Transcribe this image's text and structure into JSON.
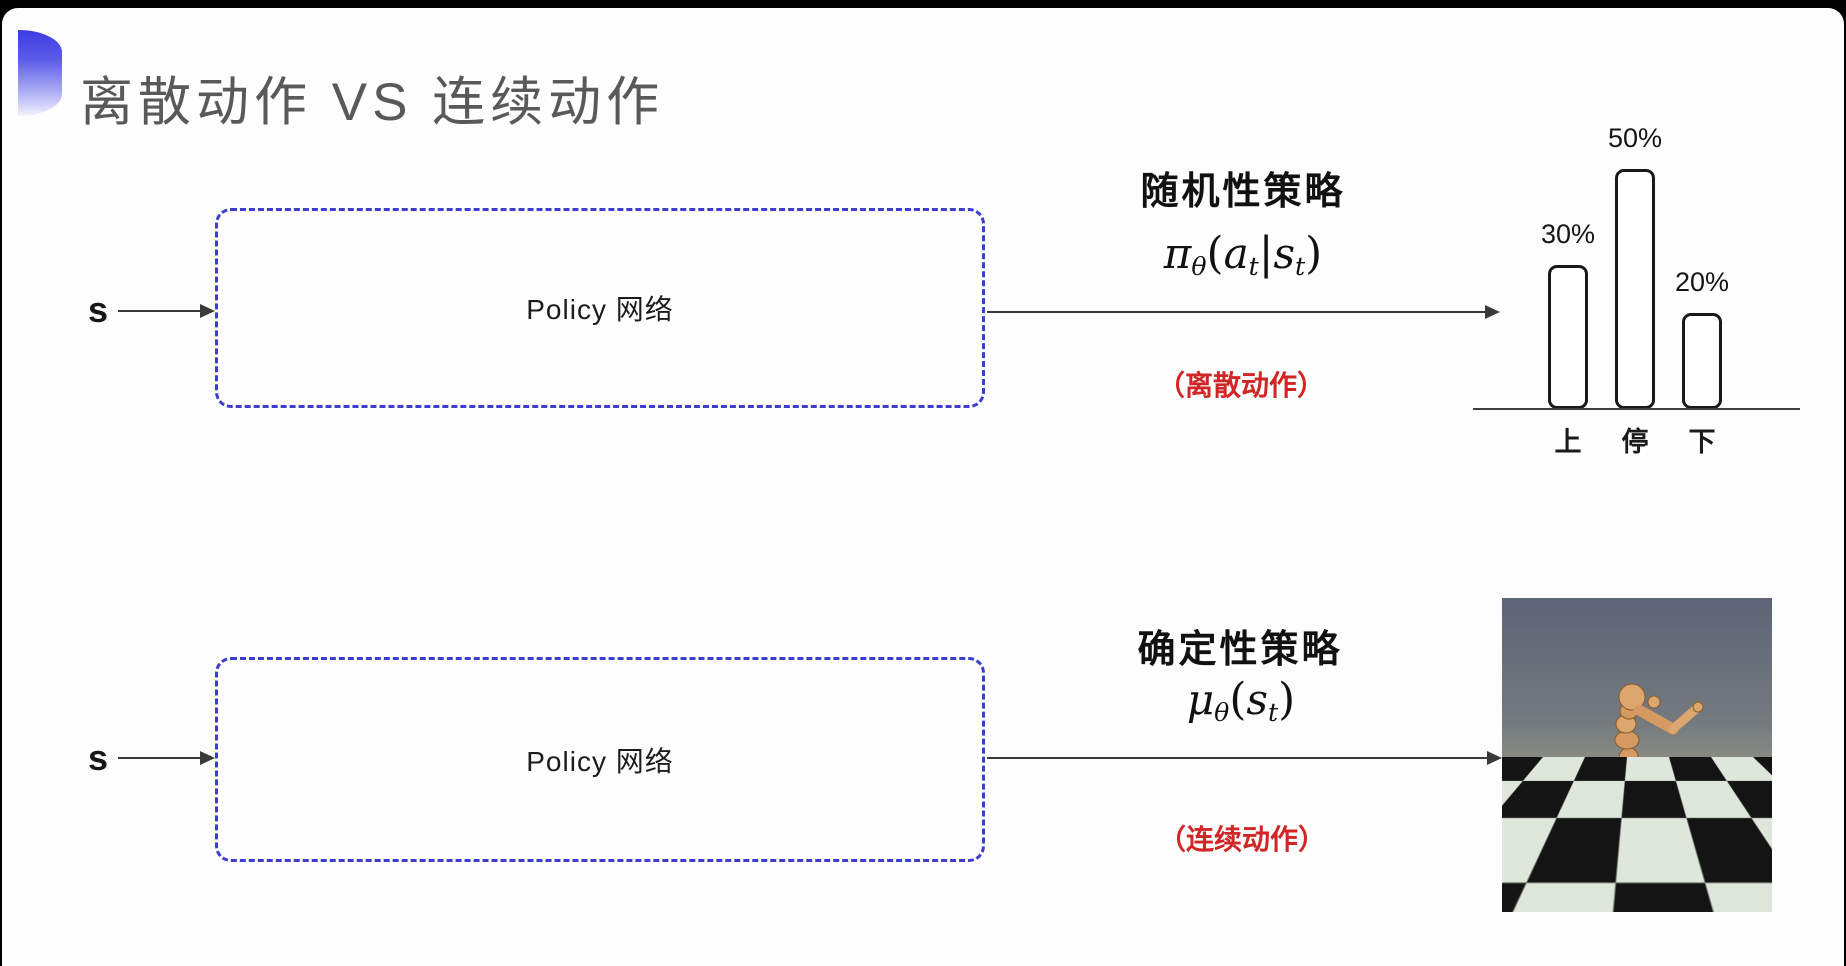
{
  "colors": {
    "dash-blue": "#3c3ccd",
    "note-red": "#d22525",
    "title-gray": "#59595b",
    "arrow-dark": "#3a3a3a"
  },
  "title": "离散动作 VS 连续动作",
  "top": {
    "input_label": "s",
    "box_label": "Policy 网络",
    "policy_title": "随机性策略",
    "formula": [
      {
        "t": "π"
      },
      {
        "t": "θ",
        "sub": true
      },
      {
        "t": "(",
        "up": true
      },
      {
        "t": "a"
      },
      {
        "t": "t",
        "sub": true
      },
      {
        "t": "|",
        "up": true
      },
      {
        "t": "s"
      },
      {
        "t": "t",
        "sub": true
      },
      {
        "t": ")",
        "up": true
      }
    ],
    "action_note": "（离散动作）"
  },
  "bottom": {
    "input_label": "s",
    "box_label": "Policy 网络",
    "policy_title": "确定性策略",
    "formula": [
      {
        "t": "μ"
      },
      {
        "t": "θ",
        "sub": true
      },
      {
        "t": "(",
        "up": true
      },
      {
        "t": "s"
      },
      {
        "t": "t",
        "sub": true
      },
      {
        "t": ")",
        "up": true
      }
    ],
    "action_note": "（连续动作）"
  },
  "chart_data": {
    "type": "bar",
    "categories": [
      "上",
      "停",
      "下"
    ],
    "values": [
      30,
      50,
      20
    ],
    "value_labels": [
      "30%",
      "50%",
      "20%"
    ],
    "title": "",
    "xlabel": "",
    "ylabel": "",
    "ylim": [
      0,
      50
    ],
    "grid": false,
    "legend": false
  }
}
